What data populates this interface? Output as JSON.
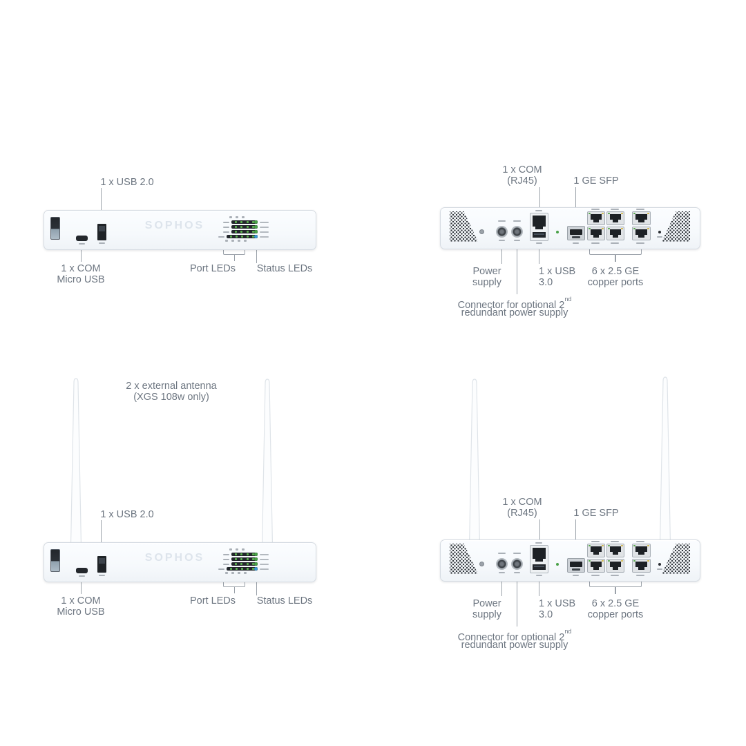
{
  "brand": {
    "logo": "SOPHOS"
  },
  "colors": {
    "chassis": "#f6f9fc",
    "chassis_border": "#d5dbe2",
    "port_dark": "#1d2125",
    "led_green": "#49a147",
    "led_blue": "#3b9ad2",
    "led_yellow": "#d2b845",
    "callout_text": "#6d7681",
    "callout_line": "#9aa1a9",
    "logo_embossed": "#dde4ec"
  },
  "front": {
    "usb_label": "1 x USB 2.0",
    "com_label_line1": "1 x COM",
    "com_label_line2": "Micro USB",
    "port_leds_label": "Port LEDs",
    "status_leds_label": "Status LEDs"
  },
  "rear": {
    "com_label_line1": "1 x COM",
    "com_label_line2": "(RJ45)",
    "sfp_label": "1 GE SFP",
    "power_label_line1": "Power",
    "power_label_line2": "supply",
    "usb_label_line1": "1 x USB",
    "usb_label_line2": "3.0",
    "copper_label_line1": "6 x 2.5 GE",
    "copper_label_line2": "copper ports",
    "connector_label_pre": "Connector for optional 2",
    "connector_label_sup": "nd",
    "connector_label_line2": "redundant power supply"
  },
  "antenna": {
    "label_line1": "2 x external antenna",
    "label_line2": "(XGS 108w only)"
  }
}
